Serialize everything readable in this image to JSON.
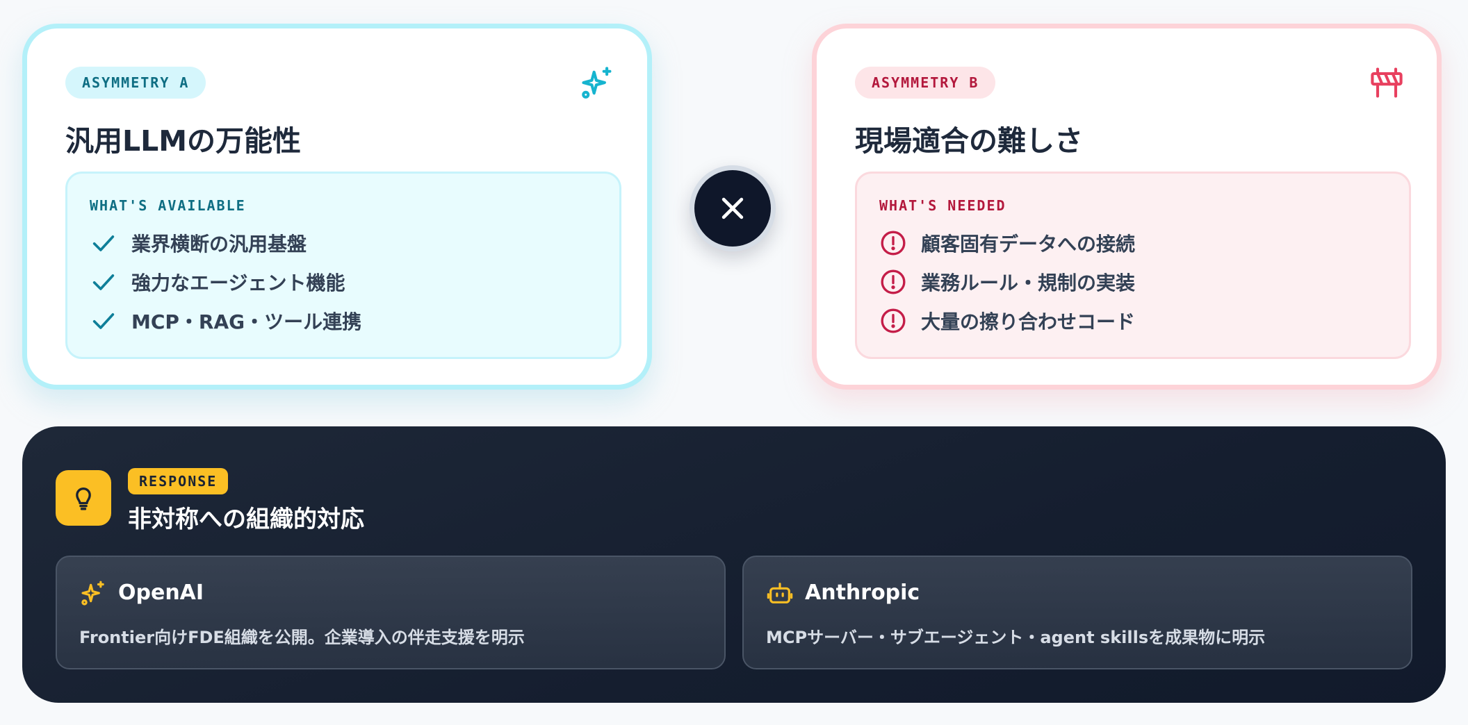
{
  "card_a": {
    "tag": "ASYMMETRY A",
    "title": "汎用LLMの万能性",
    "section_label": "WHAT'S AVAILABLE",
    "items": [
      "業界横断の汎用基盤",
      "強力なエージェント機能",
      "MCP・RAG・ツール連携"
    ],
    "icon": "sparkles-icon",
    "item_icon": "check-icon"
  },
  "card_b": {
    "tag": "ASYMMETRY B",
    "title": "現場適合の難しさ",
    "section_label": "WHAT'S NEEDED",
    "items": [
      "顧客固有データへの接続",
      "業務ルール・規制の実装",
      "大量の擦り合わせコード"
    ],
    "icon": "barrier-icon",
    "item_icon": "alert-circle-icon"
  },
  "separator": {
    "icon": "times-icon"
  },
  "response": {
    "tag": "RESPONSE",
    "title": "非対称への組織的対応",
    "icon": "lightbulb-icon",
    "cards": [
      {
        "name": "OpenAI",
        "icon": "sparkles-icon",
        "description": "Frontier向けFDE組織を公開。企業導入の伴走支援を明示"
      },
      {
        "name": "Anthropic",
        "icon": "robot-icon",
        "description": "MCPサーバー・サブエージェント・agent skillsを成果物に明示"
      }
    ]
  },
  "colors": {
    "cyan_accent": "#0891b2",
    "rose_accent": "#e11d48",
    "dark_panel": "#151e2f",
    "amber": "#fbbf24"
  }
}
